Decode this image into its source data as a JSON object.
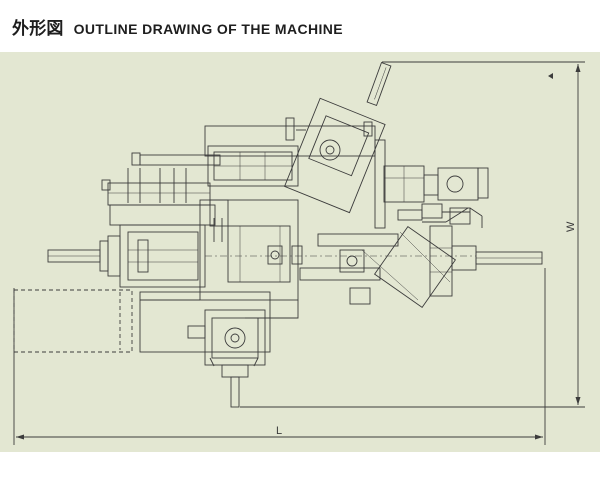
{
  "title": {
    "japanese": "外形図",
    "english": "OUTLINE DRAWING OF THE MACHINE"
  },
  "dimensions": {
    "length_label": "L",
    "width_label": "W"
  },
  "colors": {
    "paper": "#e3e7d2",
    "ink": "#3c3c3c"
  }
}
